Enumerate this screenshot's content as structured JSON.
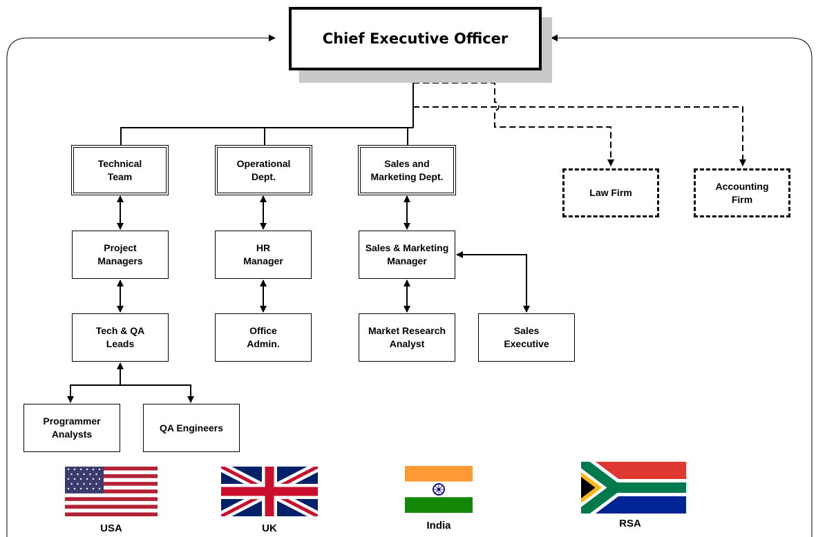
{
  "ceo": {
    "label": "Chief Executive Officer"
  },
  "departments": {
    "technical": "Technical\nTeam",
    "operational": "Operational\nDept.",
    "sales": "Sales and\nMarketing Dept."
  },
  "external": {
    "law": "Law Firm",
    "accounting": "Accounting\nFirm"
  },
  "roles": {
    "project_managers": "Project\nManagers",
    "tech_qa_leads": "Tech & QA\nLeads",
    "programmer_analysts": "Programmer\nAnalysts",
    "qa_engineers": "QA Engineers",
    "hr_manager": "HR\nManager",
    "office_admin": "Office\nAdmin.",
    "sales_marketing_manager": "Sales & Marketing\nManager",
    "market_research_analyst": "Market Research\nAnalyst",
    "sales_executive": "Sales\nExecutive"
  },
  "flags": {
    "usa": "USA",
    "uk": "UK",
    "india": "India",
    "rsa": "RSA"
  },
  "colors": {
    "line": "#000000",
    "shadow": "#c9c9c9",
    "usa_red": "#b22234",
    "usa_blue": "#3c3b6e",
    "uk_blue": "#012169",
    "uk_red": "#c8102e",
    "india_saffron": "#ff9933",
    "india_green": "#138808",
    "india_chakra": "#000080",
    "rsa_red": "#de3831",
    "rsa_blue": "#002395",
    "rsa_green": "#007a4d",
    "rsa_gold": "#ffb612"
  }
}
